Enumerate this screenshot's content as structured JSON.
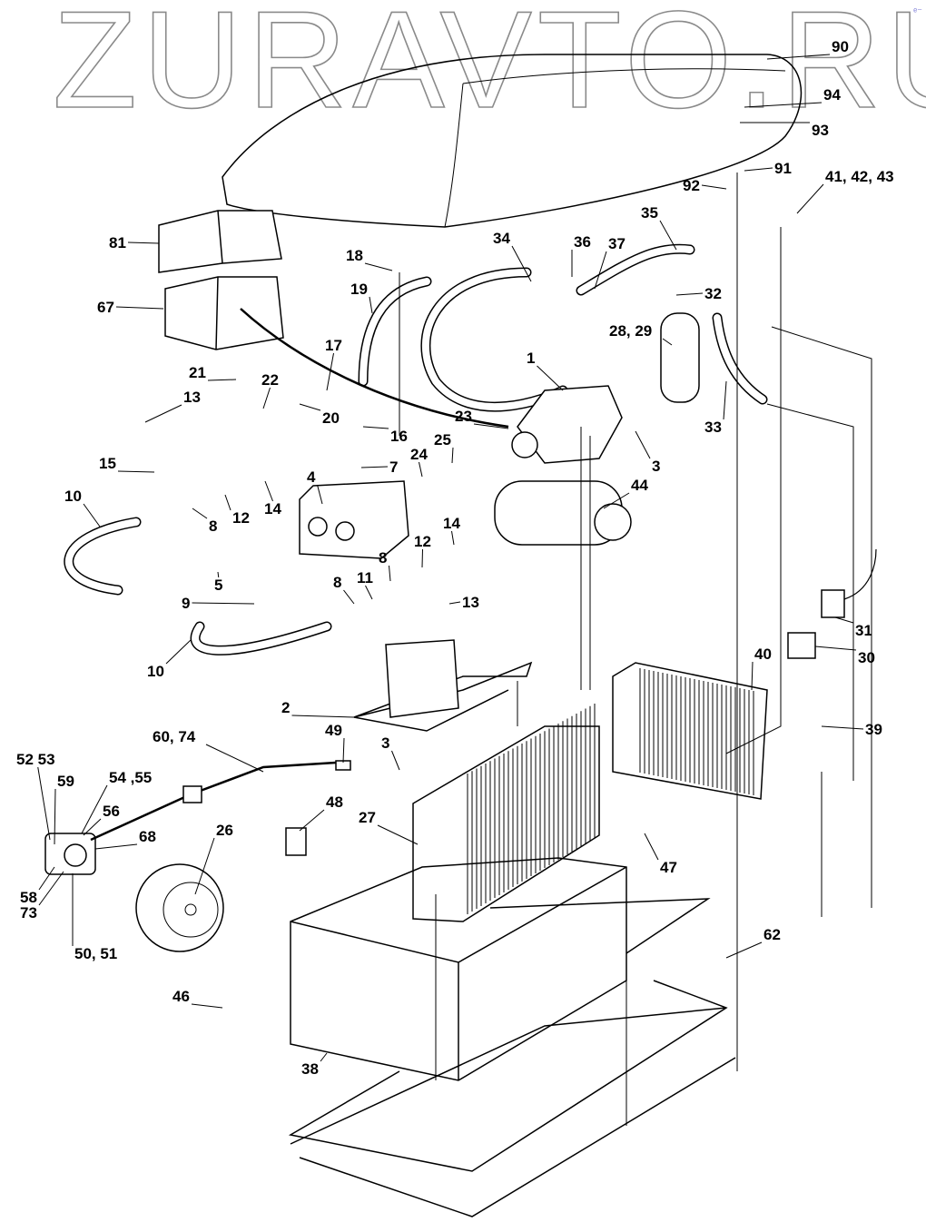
{
  "watermark": "ZURAVTO.RU",
  "corner_mark": "ᵉ⁻",
  "diagram": {
    "labels": [
      "90",
      "94",
      "93",
      "91",
      "92",
      "41, 42, 43",
      "35",
      "34",
      "36",
      "37",
      "32",
      "28, 29",
      "1",
      "33",
      "81",
      "67",
      "18",
      "19",
      "17",
      "21",
      "22",
      "13",
      "20",
      "16",
      "23",
      "24",
      "25",
      "7",
      "3",
      "15",
      "4",
      "44",
      "10",
      "8",
      "12",
      "14",
      "14",
      "5",
      "9",
      "8",
      "12",
      "8",
      "11",
      "13",
      "10",
      "31",
      "30",
      "40",
      "2",
      "39",
      "60, 74",
      "49",
      "3",
      "52 53",
      "59",
      "54 ,55",
      "56",
      "68",
      "48",
      "26",
      "27",
      "47",
      "58",
      "73",
      "50, 51",
      "62",
      "46",
      "38"
    ]
  }
}
